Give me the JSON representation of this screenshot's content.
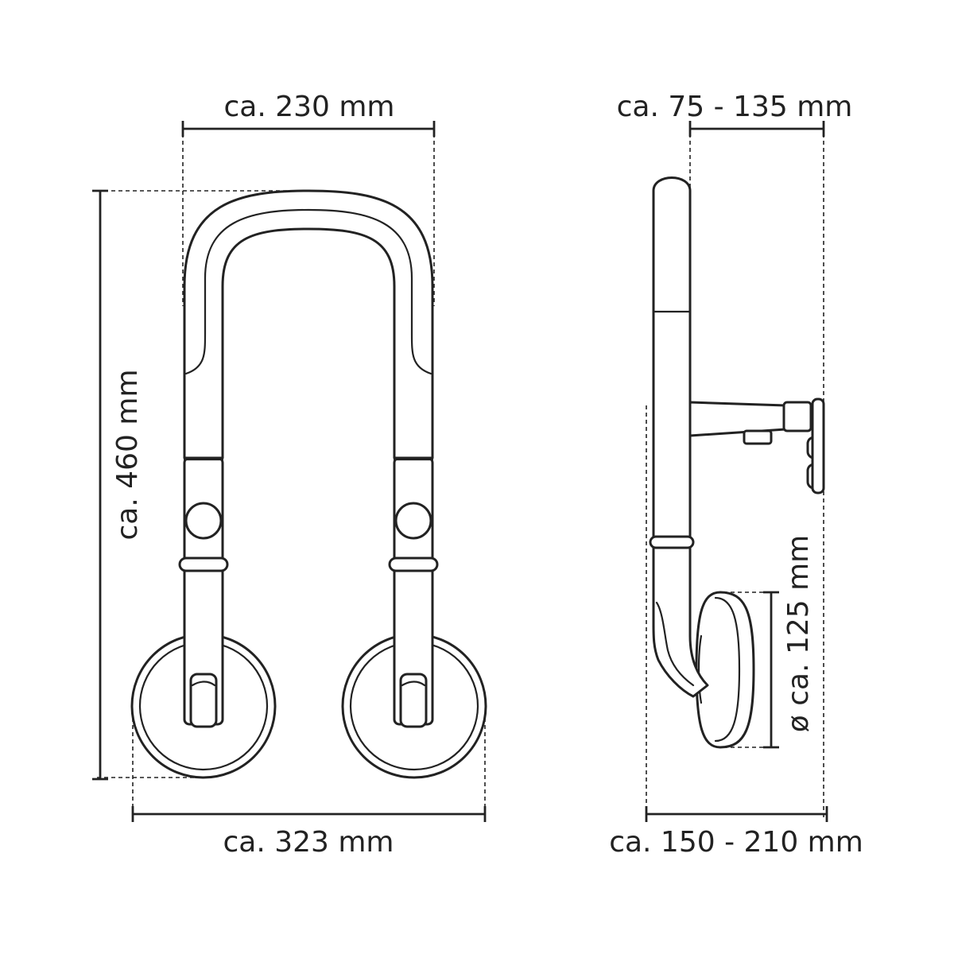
{
  "diagram": {
    "front_view": {
      "width_top": "ca. 230 mm",
      "height": "ca. 460 mm",
      "width_bottom": "ca. 323 mm"
    },
    "side_view": {
      "depth_adjust": "ca. 75 - 135 mm",
      "suction_cup_diameter": "ø ca. 125 mm",
      "total_depth": "ca. 150 - 210 mm"
    }
  }
}
